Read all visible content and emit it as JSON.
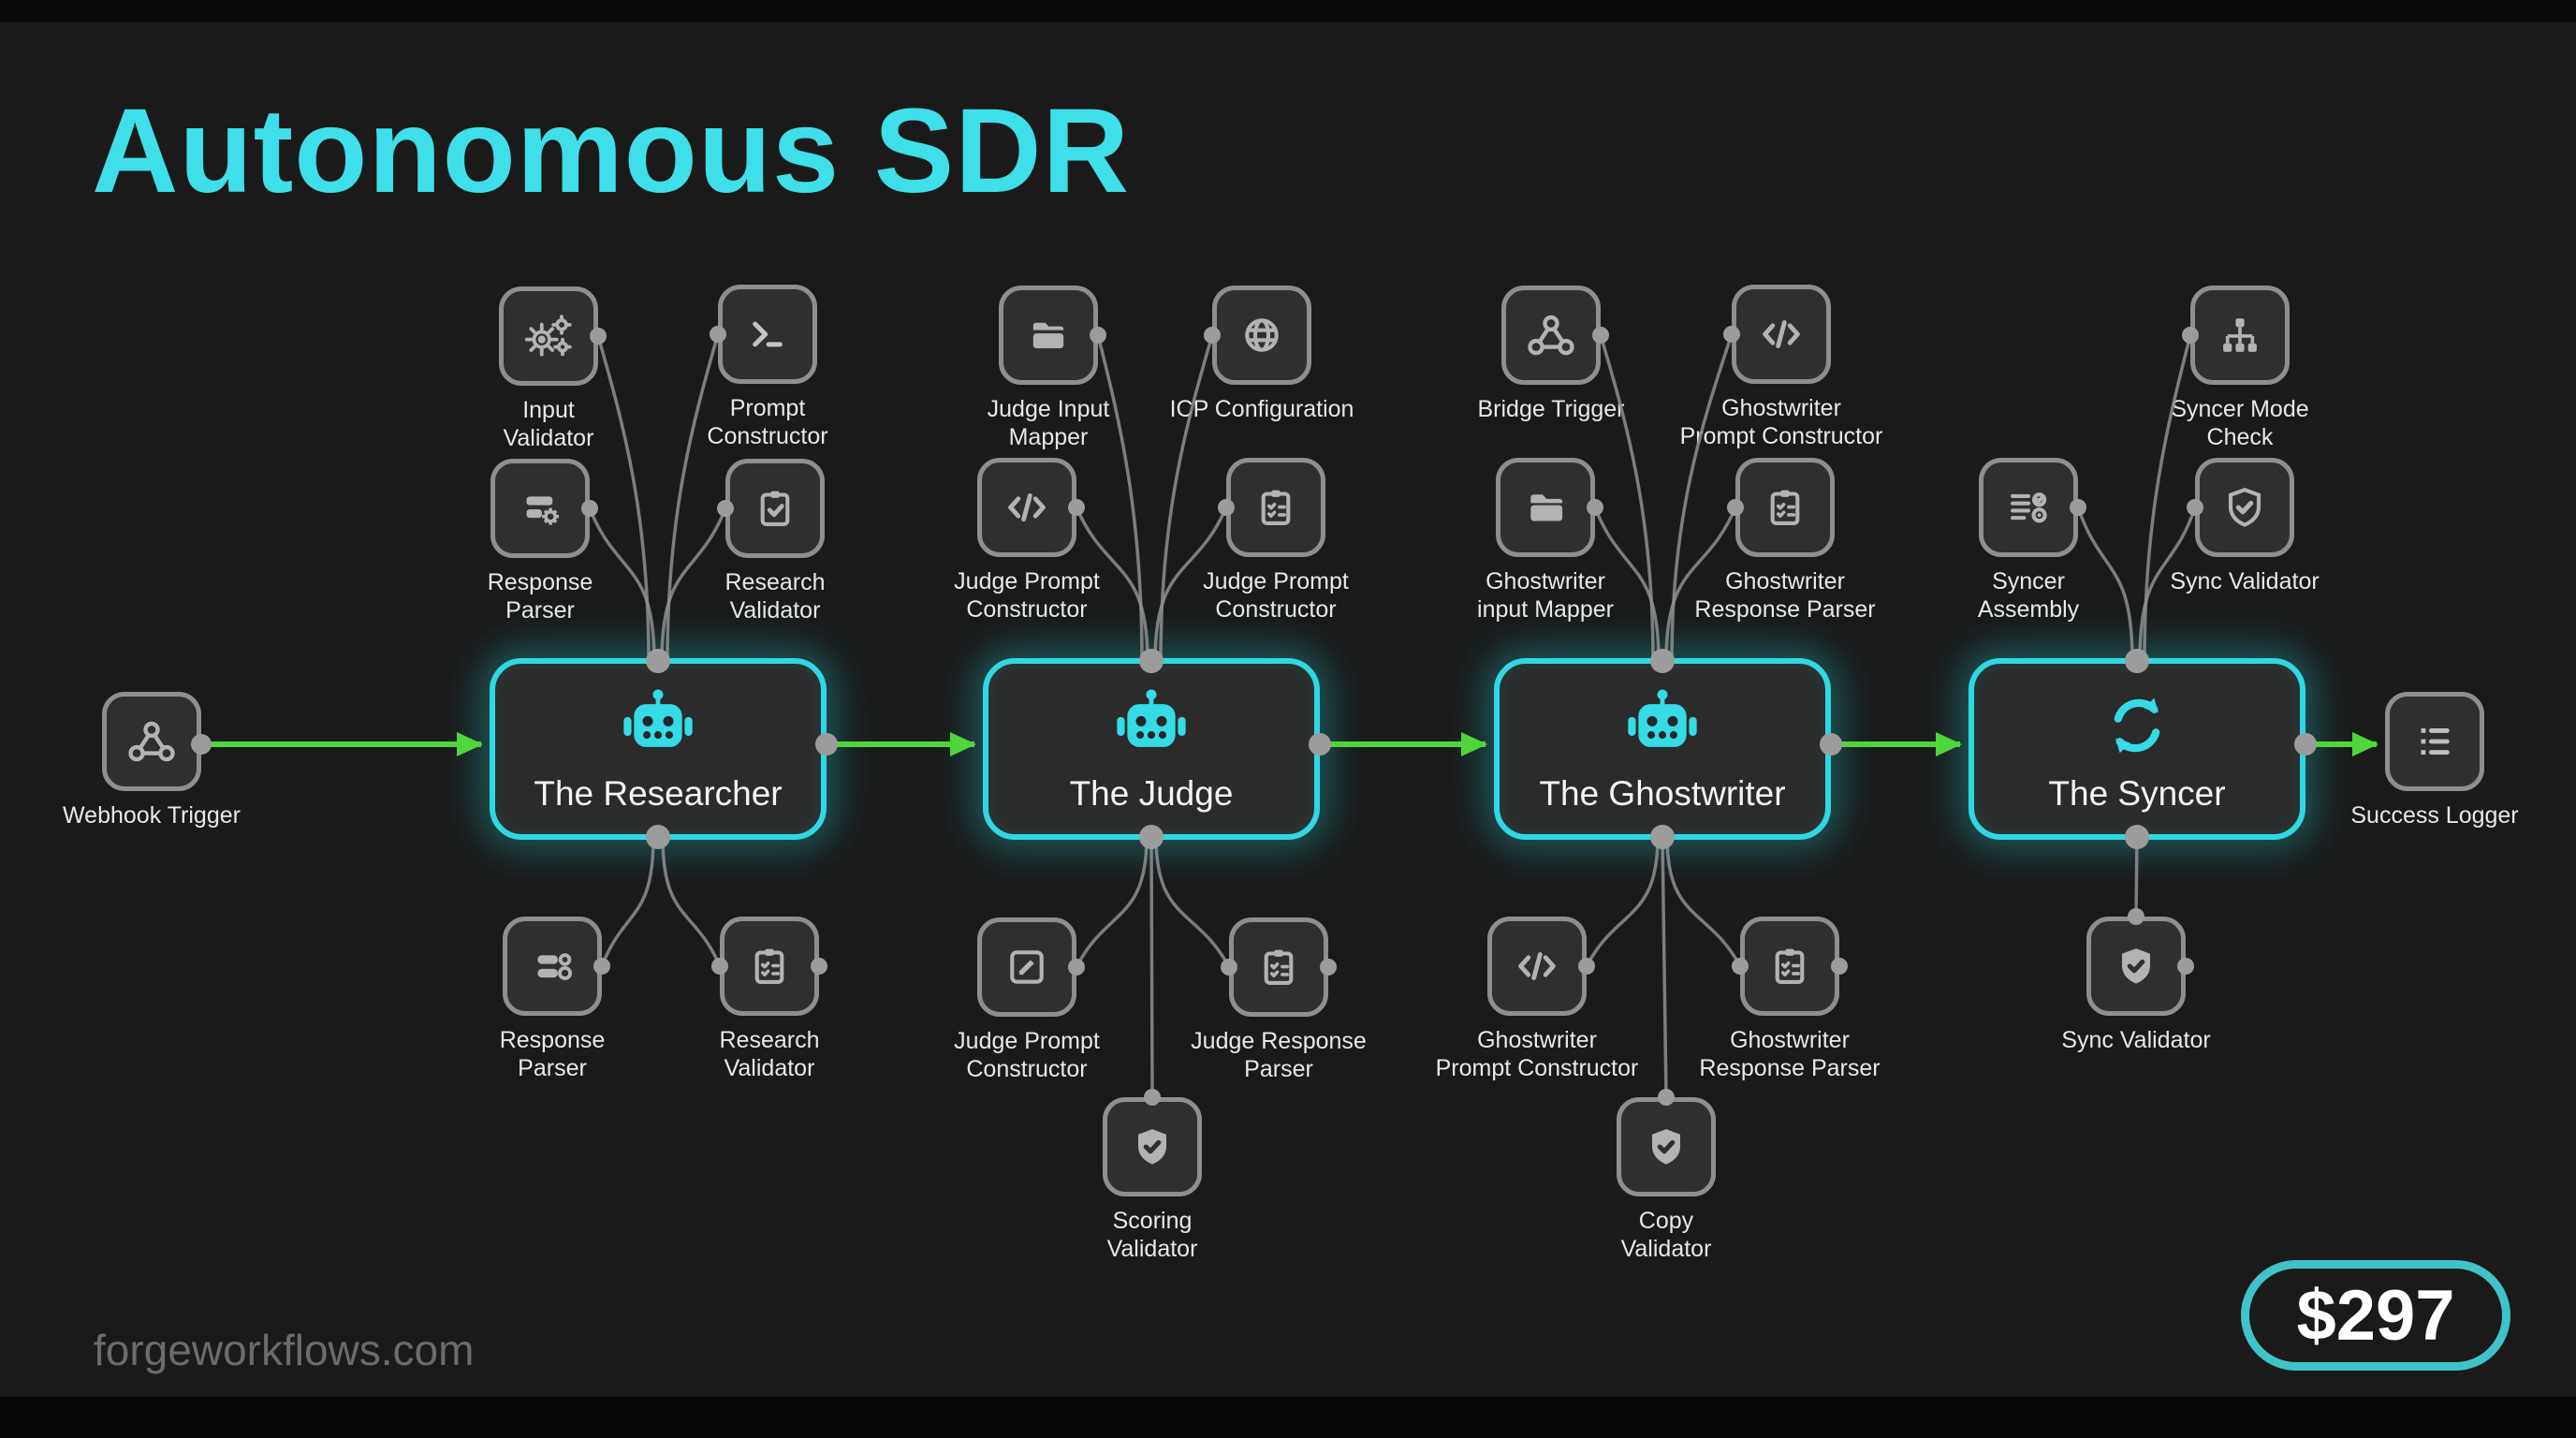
{
  "title": "Autonomous SDR",
  "footer": {
    "website": "forgeworkflows.com",
    "price": "$297"
  },
  "colors": {
    "background": "#1a1a1a",
    "title_cyan": "#3edfe9",
    "agent_border_cyan": "#2fd8e2",
    "agent_icon_cyan": "#35dbe6",
    "flow_green": "#4fd63c",
    "satellite_border_gray": "#8e8e8e",
    "price_border_teal": "#3fc3c9"
  },
  "flow": {
    "start": {
      "label": "Webhook Trigger",
      "icon": "webhook-icon"
    },
    "end": {
      "label": "Success Logger",
      "icon": "list-icon"
    },
    "agents": [
      {
        "label": "The Researcher",
        "icon": "robot-icon",
        "satellites": [
          {
            "label": "Input\nValidator",
            "icon": "gears-icon"
          },
          {
            "label": "Prompt\nConstructor",
            "icon": "terminal-icon"
          },
          {
            "label": "Response\nParser",
            "icon": "layout-gear-icon"
          },
          {
            "label": "Research\nValidator",
            "icon": "clipboard-check-icon"
          },
          {
            "label": "Response\nParser",
            "icon": "toggles-icon"
          },
          {
            "label": "Research\nValidator",
            "icon": "clipboard-list-icon"
          }
        ]
      },
      {
        "label": "The Judge",
        "icon": "robot-icon",
        "satellites": [
          {
            "label": "Judge Input\nMapper",
            "icon": "folder-open-icon"
          },
          {
            "label": "ICP Configuration",
            "icon": "globe-icon"
          },
          {
            "label": "Judge Prompt\nConstructor",
            "icon": "code-icon"
          },
          {
            "label": "Judge Prompt\nConstructor",
            "icon": "clipboard-list-icon"
          },
          {
            "label": "Judge Prompt\nConstructor",
            "icon": "edit-icon"
          },
          {
            "label": "Judge Response\nParser",
            "icon": "clipboard-list-icon"
          },
          {
            "label": "Scoring\nValidator",
            "icon": "shield-check-icon"
          }
        ]
      },
      {
        "label": "The Ghostwriter",
        "icon": "robot-icon",
        "satellites": [
          {
            "label": "Bridge Trigger",
            "icon": "webhook-icon"
          },
          {
            "label": "Ghostwriter\nPrompt Constructor",
            "icon": "code-icon"
          },
          {
            "label": "Ghostwriter\ninput Mapper",
            "icon": "folder-icon"
          },
          {
            "label": "Ghostwriter\nResponse Parser",
            "icon": "clipboard-list-icon"
          },
          {
            "label": "Ghostwriter\nPrompt Constructor",
            "icon": "code-icon"
          },
          {
            "label": "Ghostwriter\nResponse Parser",
            "icon": "clipboard-list-icon"
          },
          {
            "label": "Copy\nValidator",
            "icon": "shield-check-icon"
          }
        ]
      },
      {
        "label": "The Syncer",
        "icon": "sync-icon",
        "satellites": [
          {
            "label": "Syncer Mode\nCheck",
            "icon": "sitemap-icon"
          },
          {
            "label": "Syncer\nAssembly",
            "icon": "list-badges-icon"
          },
          {
            "label": "Sync Validator",
            "icon": "shield-check-outline-icon"
          },
          {
            "label": "Sync Validator",
            "icon": "shield-check-icon"
          }
        ]
      }
    ]
  }
}
